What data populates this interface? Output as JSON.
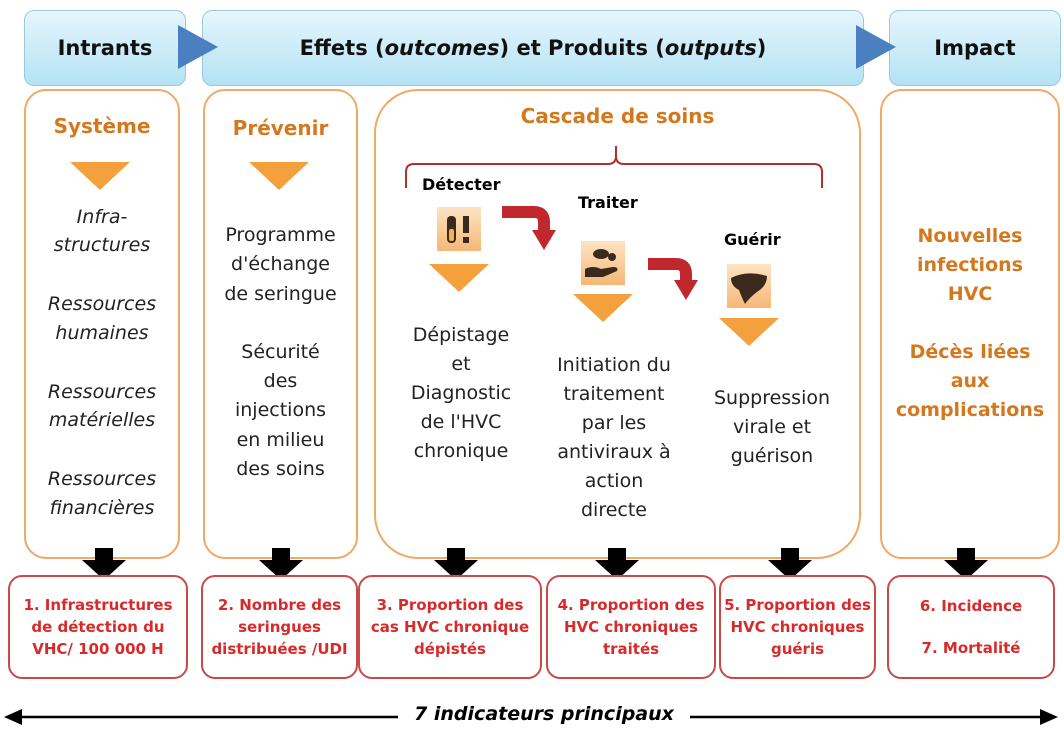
{
  "header": {
    "intrants": "Intrants",
    "effets_pre": "Effets (",
    "effets_outcomes": "outcomes",
    "effets_mid": ") et Produits (",
    "effets_outputs": "outputs",
    "effets_post": ")",
    "impact": "Impact"
  },
  "systeme": {
    "title": "Système",
    "items": [
      "Infra-",
      "structures",
      "Ressources",
      "humaines",
      "Ressources",
      "matérielles",
      "Ressources",
      "financières"
    ]
  },
  "prevenir": {
    "title": "Prévenir",
    "lines": [
      "Programme",
      "d'échange",
      "de seringue",
      "Sécurité",
      "des",
      "injections",
      "en milieu",
      "des soins"
    ]
  },
  "cascade": {
    "title": "Cascade de soins",
    "detecter": {
      "label": "Détecter",
      "lines": [
        "Dépistage",
        "et",
        "Diagnostic",
        "de l'HVC",
        "chronique"
      ]
    },
    "traiter": {
      "label": "Traiter",
      "lines": [
        "Initiation du",
        "traitement",
        "par les",
        "antiviraux à",
        "action",
        "directe"
      ]
    },
    "guerir": {
      "label": "Guérir",
      "lines": [
        "Suppression",
        "virale et",
        "guérison"
      ]
    }
  },
  "impact_col": {
    "lines": [
      "Nouvelles",
      "infections",
      "HVC",
      "Décès liées",
      "aux",
      "complications"
    ]
  },
  "indicators": [
    [
      "1. Infrastructures",
      "de détection du",
      "VHC/ 100 000 H"
    ],
    [
      "2. Nombre des",
      "seringues",
      "distribuées /UDI"
    ],
    [
      "3. Proportion des",
      "cas HVC chronique",
      "dépistés"
    ],
    [
      "4. Proportion des",
      "HVC chroniques",
      "traités"
    ],
    [
      "5. Proportion des",
      "HVC chroniques",
      "guéris"
    ],
    [
      "6. Incidence",
      "7. Mortalité"
    ]
  ],
  "footer": "7 indicateurs principaux",
  "colors": {
    "header_blue": "#b4e2f4",
    "arrow_blue": "#4a7fc0",
    "orange_border": "#f0a868",
    "orange_title": "#d4781e",
    "orange_triangle": "#f4a03c",
    "red_border": "#c84b4b",
    "red_text": "#d82a2a",
    "red_arrow": "#c0282e"
  },
  "icons": [
    "test-tube-icon",
    "pills-hand-icon",
    "liver-icon"
  ]
}
